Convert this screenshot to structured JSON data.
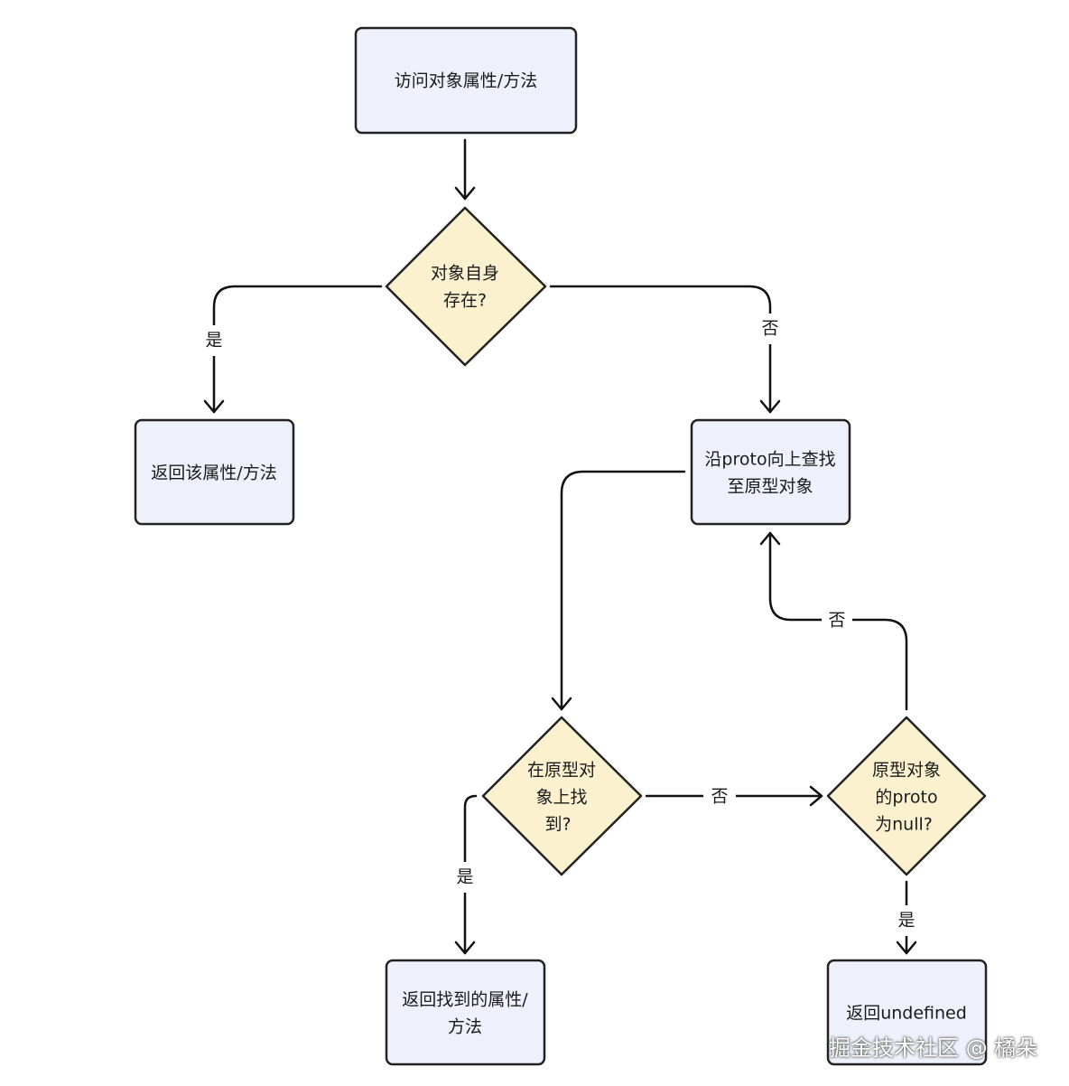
{
  "nodes": {
    "start": {
      "lines": [
        "访问对象属性/方法"
      ]
    },
    "check_own": {
      "lines": [
        "对象自身",
        "存在?"
      ]
    },
    "return_own": {
      "lines": [
        "返回该属性/方法"
      ]
    },
    "lookup_proto": {
      "lines": [
        "沿proto向上查找",
        "至原型对象"
      ]
    },
    "found_in_proto": {
      "lines": [
        "在原型对",
        "象上找",
        "到?"
      ]
    },
    "proto_null": {
      "lines": [
        "原型对象",
        "的proto",
        "为null?"
      ]
    },
    "return_found": {
      "lines": [
        "返回找到的属性/",
        "方法"
      ]
    },
    "return_undefined": {
      "lines": [
        "返回undefined"
      ]
    }
  },
  "edges": {
    "own_yes": "是",
    "own_no": "否",
    "null_no": "否",
    "found_no": "否",
    "found_yes": "是",
    "null_yes": "是"
  },
  "watermark": "掘金技术社区 @ 橘朵"
}
